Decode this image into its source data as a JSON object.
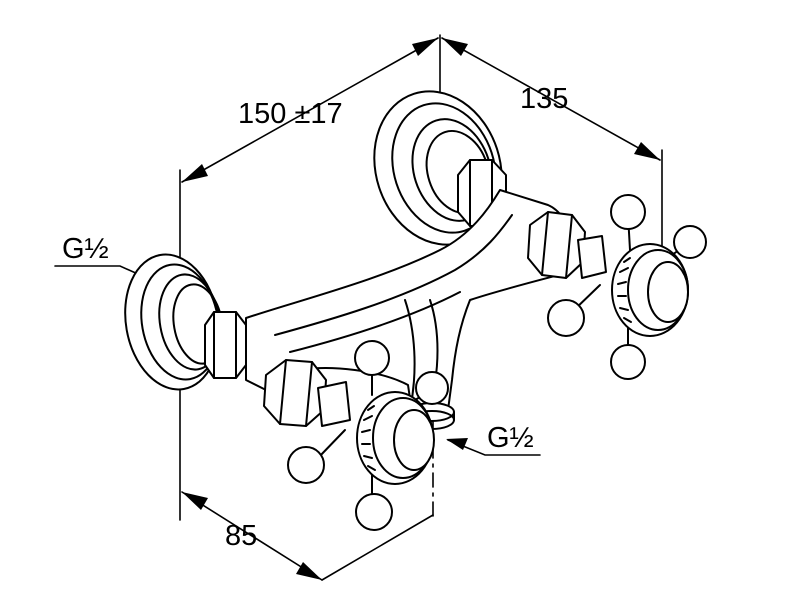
{
  "diagram": {
    "colors": {
      "line": "#000000",
      "background": "#ffffff"
    },
    "dimensions": {
      "center_distance": "150 ±17",
      "depth": "135",
      "projection": "85"
    },
    "threads": {
      "inlet": "G½",
      "outlet": "G½"
    }
  }
}
